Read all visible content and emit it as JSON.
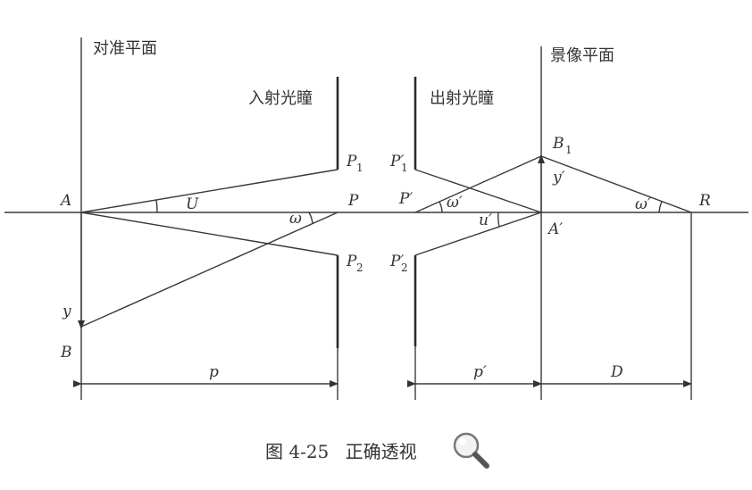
{
  "diagram": {
    "planes": {
      "focus_plane": "对准平面",
      "entrance_pupil": "入射光瞳",
      "exit_pupil": "出射光瞳",
      "image_plane": "景像平面"
    },
    "points": {
      "A": "A",
      "B": "B",
      "P": "P",
      "P1": "P",
      "P2": "P",
      "P_prime": "P′",
      "P1_prime": "P′",
      "P2_prime": "P′",
      "A_prime": "A′",
      "B1": "B",
      "R": "R",
      "sub_1": "1",
      "sub_2": "2"
    },
    "angles": {
      "U": "U",
      "omega": "ω",
      "u_prime": "u′",
      "omega_prime_left": "ω′",
      "omega_prime_right": "ω′"
    },
    "heights": {
      "y": "y",
      "y_prime": "y′"
    },
    "dimensions": {
      "p": "p",
      "p_prime": "p′",
      "D": "D"
    }
  },
  "caption": {
    "number": "图 4-25",
    "title": "正确透视"
  },
  "icons": {
    "zoom": "magnifier-icon"
  }
}
